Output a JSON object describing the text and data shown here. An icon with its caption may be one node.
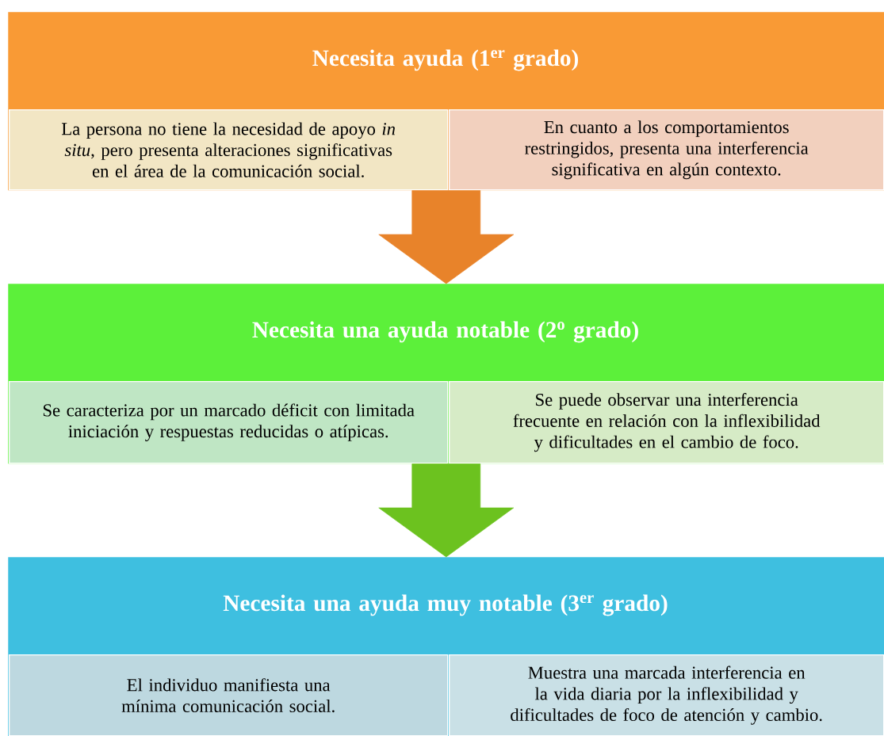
{
  "diagram": {
    "nodes": [
      {
        "text": [
          "Necesita ayuda (1$^{er}$ grado)"
        ]
      },
      {
        "text": [
          "La persona no tiene la necesidad de apoyo *in situ*, pero presenta alteraciones significativas en el área de la comunicación social."
        ],
        "in": 0
      },
      {
        "text": [
          "En cuanto a los comportamientos restringidos, presenta una interferencia significativa en algún contexto."
        ],
        "in": 0
      },
      {
        "text": [
          "Necesita una ayuda notable (2$^{o}$ grado)"
        ]
      },
      {
        "text": [
          "Se caracteriza por un marcado déficit con limitada iniciación y respuestas reducidas o atípicas."
        ],
        "in": 3
      },
      {
        "text": [
          "Se puede observar una interferencia frecuente en relación con la inflexibilidad y dificultades en el cambio de foco."
        ],
        "in": 3
      },
      {
        "text": [
          "Necesita una ayuda muy notable (3$^{er}$ grado)"
        ]
      },
      {
        "text": [
          "El individuo manifiesta una mínima comunicación social."
        ],
        "in": 6
      },
      {
        "text": [
          "Muestra una marcada interferencia en la vida diaria por la inflexibilidad y dificultades de foco de atención y cambio."
        ],
        "in": 6
      }
    ],
    "edges": [
      {
        "from": 0,
        "to": 3,
        "arrow": "to",
        "color": "#e8832a"
      },
      {
        "from": 3,
        "to": 6,
        "arrow": "to",
        "color": "#6cc21f"
      }
    ]
  }
}
